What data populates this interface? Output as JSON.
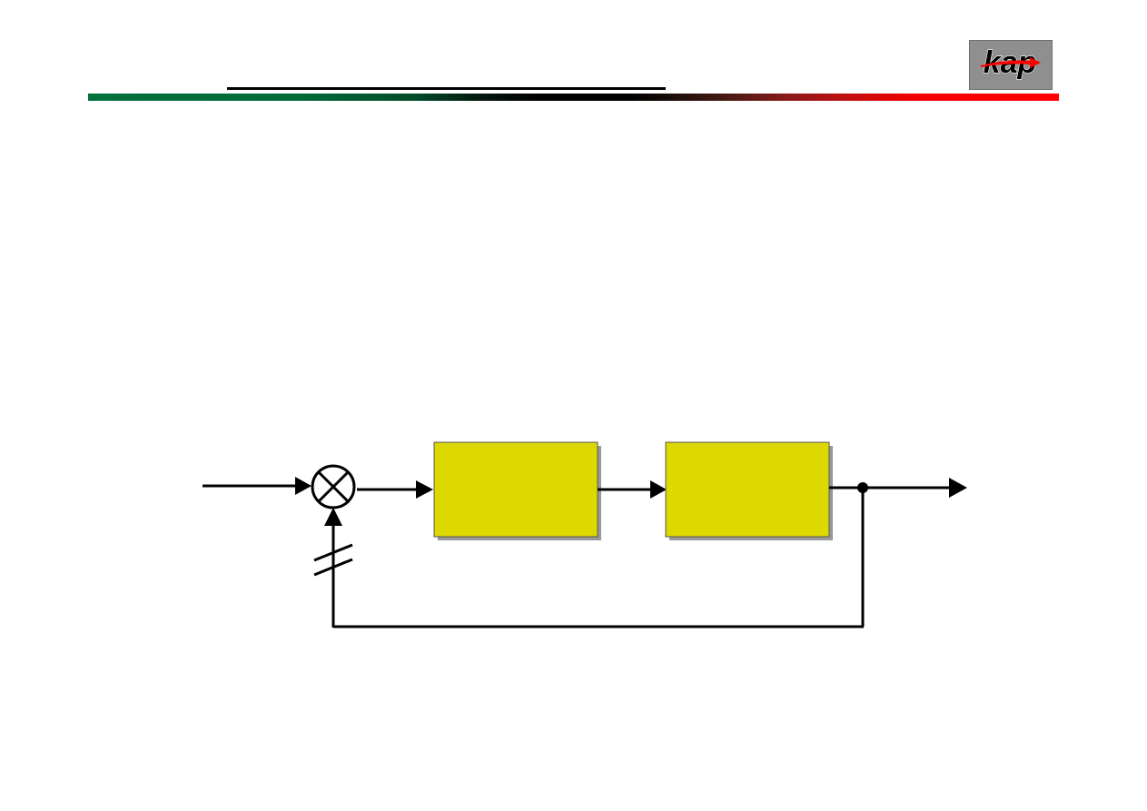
{
  "slide": {
    "title": "",
    "logo_text": "kap"
  },
  "diagram": {
    "type": "feedback-control-block-diagram",
    "blocks": [
      {
        "id": "block-1",
        "label": "",
        "color": "#dcd800"
      },
      {
        "id": "block-2",
        "label": "",
        "color": "#dcd800"
      }
    ],
    "summing_junction": {
      "symbol": "cross-circle"
    },
    "feedback": {
      "path_marker": "double-slash-break"
    }
  },
  "colors": {
    "bar_start": "#00703c",
    "bar_middle": "#000000",
    "bar_end": "#ff0000",
    "block_fill": "#dcd800",
    "block_shadow": "#999999",
    "logo_bg": "#8f8f8f",
    "logo_arrow": "#ff0000"
  }
}
